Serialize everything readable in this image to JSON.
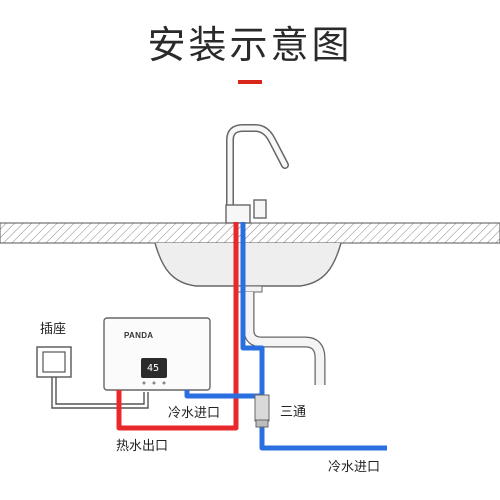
{
  "title": "安装示意图",
  "colors": {
    "accent": "#d9261c",
    "hot_pipe": "#e8282b",
    "cold_pipe": "#2a6fe0",
    "outline": "#555555"
  },
  "labels": {
    "socket": "插座",
    "cold_inlet": "冷水进口",
    "tee": "三通",
    "hot_outlet": "热水出口",
    "cold_inlet_main": "冷水进口"
  },
  "heater": {
    "brand": "PANDA",
    "display_value": "45"
  },
  "icons": [
    "faucet-icon",
    "sink-icon",
    "socket-icon",
    "water-heater-icon",
    "tee-fitting-icon"
  ]
}
